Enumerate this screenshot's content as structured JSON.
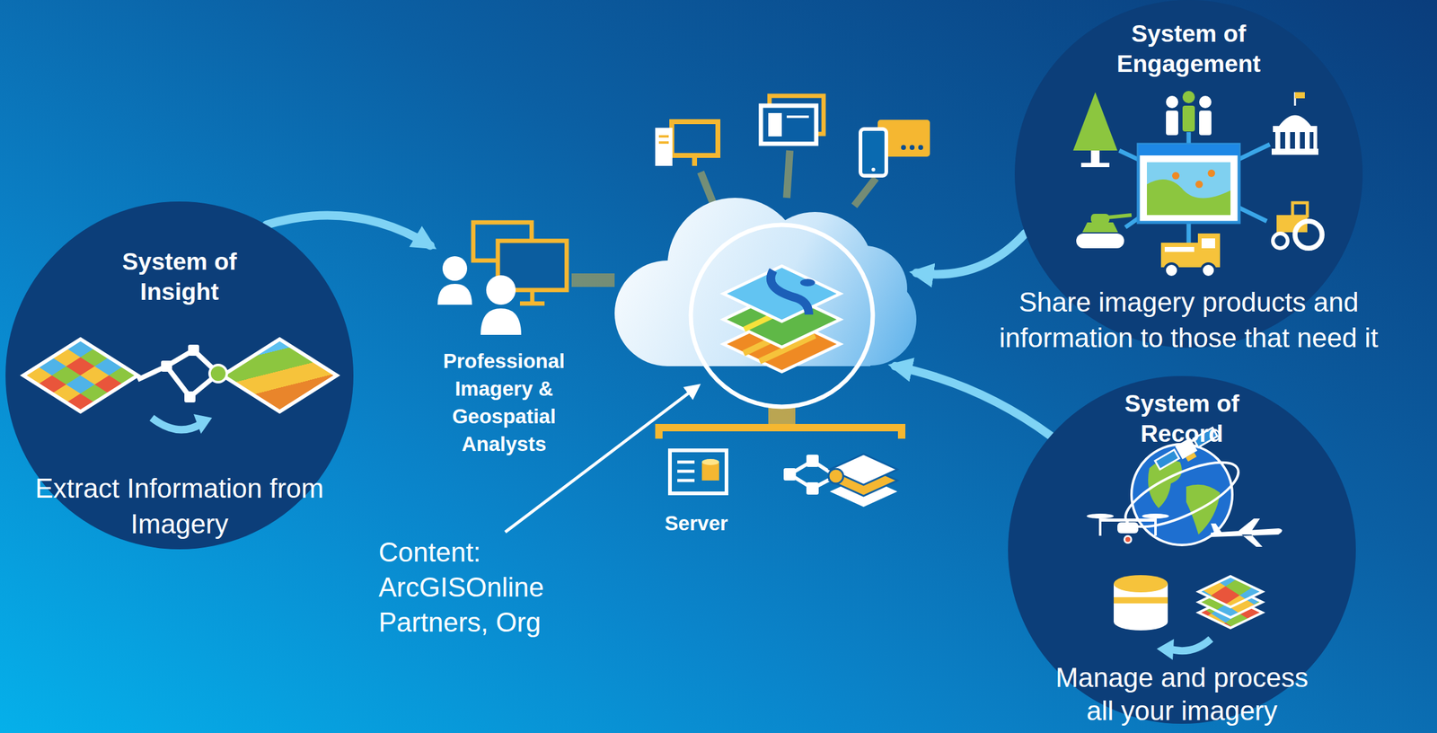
{
  "diagram": {
    "nodes": [
      {
        "text": [
          "System of Insight",
          "Extract Information from Imagery"
        ]
      },
      {
        "text": [
          "Professional Imagery & Geospatial Analysts"
        ]
      },
      {
        "text": [
          "Server"
        ]
      },
      {
        "text": [
          "System of Engagement",
          "Share imagery products and information to those that need it"
        ]
      },
      {
        "text": [
          "System of Record",
          "Manage and process all your imagery"
        ]
      }
    ],
    "edges": [
      {
        "from": 0,
        "to": 1,
        "arrow": "to"
      },
      {
        "from": 3,
        "to": 2,
        "arrow": "to"
      },
      {
        "from": 4,
        "to": 2,
        "arrow": "to"
      }
    ],
    "labels": [
      "Content: ArcGISOnline Partners, Org"
    ]
  }
}
